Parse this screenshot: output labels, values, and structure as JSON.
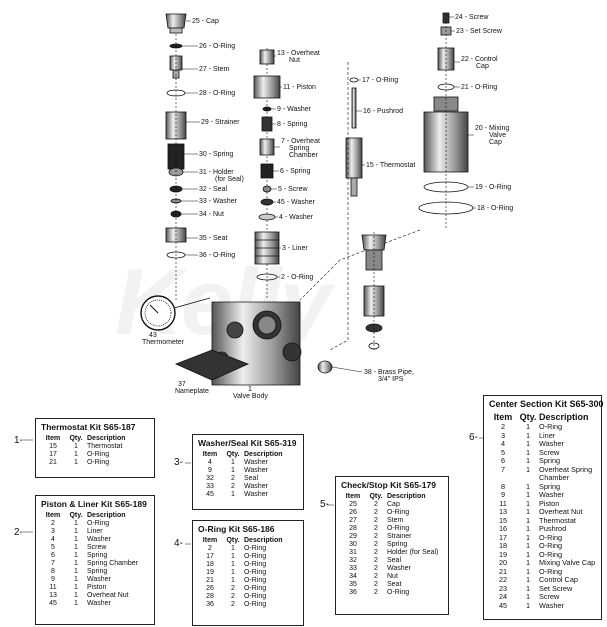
{
  "watermark": "Kelly",
  "callouts": {
    "c25": "25 - Cap",
    "c26": "26 - O-Ring",
    "c27": "27 - Stem",
    "c28": "28 - O-Ring",
    "c29": "29 - Strainer",
    "c30": "30 - Spring",
    "c31a": "31 - Holder",
    "c31b": "(for Seal)",
    "c32": "32 - Seal",
    "c33": "33 - Washer",
    "c34": "34 - Nut",
    "c35": "35 - Seat",
    "c36": "36 - O-Ring",
    "c13a": "13 - Overheat",
    "c13b": "Nut",
    "c11": "11 - Piston",
    "c9": "9 - Washer",
    "c8": "8 - Spring",
    "c7a": "7 - Overheat",
    "c7b": "Spring",
    "c7c": "Chamber",
    "c6": "6 - Spring",
    "c5": "5 - Screw",
    "c45": "45 - Washer",
    "c4": "4 - Washer",
    "c3": "3 - Liner",
    "c2": "2 - O-Ring",
    "c17": "17 - O-Ring",
    "c16": "16 - Pushrod",
    "c15": "15 - Thermostat",
    "c24": "24 - Screw",
    "c23": "23 - Set Screw",
    "c22a": "22 - Control",
    "c22b": "Cap",
    "c21": "21 - O-Ring",
    "c20a": "20 - Mixing",
    "c20b": "Valve",
    "c20c": "Cap",
    "c19": "19 - O-Ring",
    "c18": "18 - O-Ring",
    "c43a": "43",
    "c43b": "Thermometer",
    "c37a": "37",
    "c37b": "Nameplate",
    "c1a": "1",
    "c1b": "Valve Body",
    "c38a": "38 - Brass Pipe,",
    "c38b": "3/4\" IPS"
  },
  "kits": {
    "k1": {
      "number": "1-",
      "title": "Thermostat Kit S65-187",
      "headers": [
        "Item",
        "Qty.",
        "Description"
      ],
      "rows": [
        [
          "15",
          "1",
          "Thermostat"
        ],
        [
          "17",
          "1",
          "O-Ring"
        ],
        [
          "21",
          "1",
          "O-Ring"
        ]
      ]
    },
    "k2": {
      "number": "2-",
      "title": "Piston & Liner Kit S65-189",
      "headers": [
        "Item",
        "Qty.",
        "Description"
      ],
      "rows": [
        [
          "2",
          "1",
          "O-Ring"
        ],
        [
          "3",
          "1",
          "Liner"
        ],
        [
          "4",
          "1",
          "Washer"
        ],
        [
          "5",
          "1",
          "Screw"
        ],
        [
          "6",
          "1",
          "Spring"
        ],
        [
          "7",
          "1",
          "Spring Chamber"
        ],
        [
          "8",
          "1",
          "Spring"
        ],
        [
          "9",
          "1",
          "Washer"
        ],
        [
          "11",
          "1",
          "Piston"
        ],
        [
          "13",
          "1",
          "Overheat Nut"
        ],
        [
          "45",
          "1",
          "Washer"
        ]
      ]
    },
    "k3": {
      "number": "3-",
      "title": "Washer/Seal Kit S65-319",
      "headers": [
        "Item",
        "Qty.",
        "Description"
      ],
      "rows": [
        [
          "4",
          "1",
          "Washer"
        ],
        [
          "9",
          "1",
          "Washer"
        ],
        [
          "32",
          "2",
          "Seal"
        ],
        [
          "33",
          "2",
          "Washer"
        ],
        [
          "45",
          "1",
          "Washer"
        ]
      ]
    },
    "k4": {
      "number": "4-",
      "title": "O-Ring Kit S65-186",
      "headers": [
        "Item",
        "Qty.",
        "Description"
      ],
      "rows": [
        [
          "2",
          "1",
          "O-Ring"
        ],
        [
          "17",
          "1",
          "O-Ring"
        ],
        [
          "18",
          "1",
          "O-Ring"
        ],
        [
          "19",
          "1",
          "O-Ring"
        ],
        [
          "21",
          "1",
          "O-Ring"
        ],
        [
          "26",
          "2",
          "O-Ring"
        ],
        [
          "28",
          "2",
          "O-Ring"
        ],
        [
          "36",
          "2",
          "O-Ring"
        ]
      ]
    },
    "k5": {
      "number": "5-",
      "title": "Check/Stop Kit S65-179",
      "headers": [
        "Item",
        "Qty.",
        "Description"
      ],
      "rows": [
        [
          "25",
          "2",
          "Cap"
        ],
        [
          "26",
          "2",
          "O-Ring"
        ],
        [
          "27",
          "2",
          "Stem"
        ],
        [
          "28",
          "2",
          "O-Ring"
        ],
        [
          "29",
          "2",
          "Strainer"
        ],
        [
          "30",
          "2",
          "Spring"
        ],
        [
          "31",
          "2",
          "Holder (for Seal)"
        ],
        [
          "32",
          "2",
          "Seal"
        ],
        [
          "33",
          "2",
          "Washer"
        ],
        [
          "34",
          "2",
          "Nut"
        ],
        [
          "35",
          "2",
          "Seat"
        ],
        [
          "36",
          "2",
          "O-Ring"
        ]
      ]
    },
    "k6": {
      "number": "6-",
      "title": "Center Section Kit S65-300",
      "headers": [
        "Item",
        "Qty.",
        "Description"
      ],
      "rows": [
        [
          "2",
          "1",
          "O-Ring"
        ],
        [
          "3",
          "1",
          "Liner"
        ],
        [
          "4",
          "1",
          "Washer"
        ],
        [
          "5",
          "1",
          "Screw"
        ],
        [
          "6",
          "1",
          "Spring"
        ],
        [
          "7",
          "1",
          "Overheat Spring"
        ],
        [
          "",
          "",
          "Chamber"
        ],
        [
          "8",
          "1",
          "Spring"
        ],
        [
          "9",
          "1",
          "Washer"
        ],
        [
          "11",
          "1",
          "Piston"
        ],
        [
          "13",
          "1",
          "Overheat Nut"
        ],
        [
          "15",
          "1",
          "Thermostat"
        ],
        [
          "16",
          "1",
          "Pushrod"
        ],
        [
          "17",
          "1",
          "O-Ring"
        ],
        [
          "18",
          "1",
          "O-Ring"
        ],
        [
          "19",
          "1",
          "O-Ring"
        ],
        [
          "20",
          "1",
          "Mixing Valve Cap"
        ],
        [
          "21",
          "1",
          "O-Ring"
        ],
        [
          "22",
          "1",
          "Control Cap"
        ],
        [
          "23",
          "1",
          "Set Screw"
        ],
        [
          "24",
          "1",
          "Screw"
        ],
        [
          "45",
          "1",
          "Washer"
        ]
      ]
    }
  }
}
